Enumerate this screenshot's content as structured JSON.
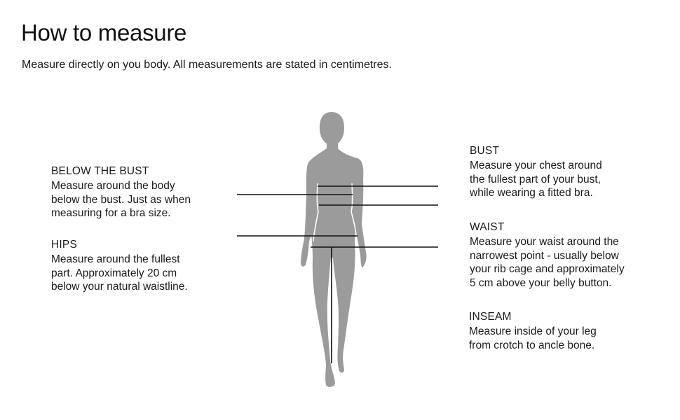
{
  "header": {
    "title": "How to measure",
    "subtitle": "Measure directly on you body. All measurements are stated in centimetres."
  },
  "measurements": {
    "below_the_bust": {
      "label": "BELOW THE BUST",
      "lines": [
        "Measure around the body",
        "below the bust. Just as when",
        "measuring for a bra size."
      ]
    },
    "hips": {
      "label": "HIPS",
      "lines": [
        "Measure around the fullest",
        "part. Approximately 20 cm",
        "below your natural waistline."
      ]
    },
    "bust": {
      "label": "BUST",
      "lines": [
        "Measure your chest around",
        "the fullest part of your bust,",
        "while wearing a fitted bra."
      ]
    },
    "waist": {
      "label": "WAIST",
      "lines": [
        "Measure your waist around the",
        "narrowest point - usually below",
        "your rib cage and approximately",
        "5 cm above your belly button."
      ]
    },
    "inseam": {
      "label": "INSEAM",
      "lines": [
        "Measure inside of your leg",
        "from crotch to ancle bone."
      ]
    }
  },
  "colors": {
    "figure": "#9b9b9b",
    "lines": "#111111",
    "text": "#1a1a1a"
  }
}
